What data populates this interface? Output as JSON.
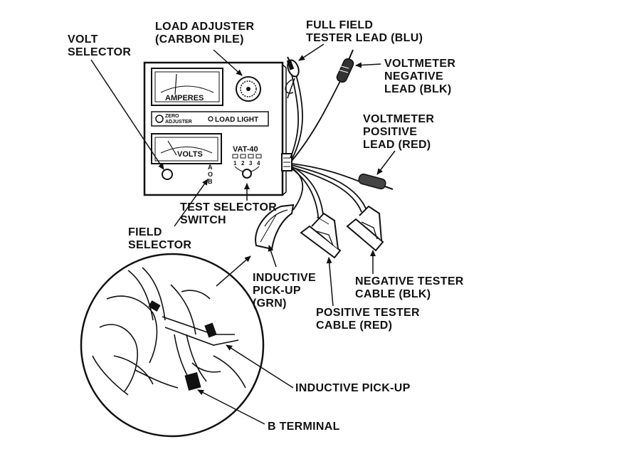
{
  "labels": {
    "volt_selector": [
      "VOLT",
      "SELECTOR"
    ],
    "load_adjuster": [
      "LOAD ADJUSTER",
      "(CARBON PILE)"
    ],
    "full_field_lead": [
      "FULL FIELD",
      "TESTER LEAD (BLU)"
    ],
    "voltmeter_negative": [
      "VOLTMETER",
      "NEGATIVE",
      "LEAD (BLK)"
    ],
    "voltmeter_positive": [
      "VOLTMETER",
      "POSITIVE",
      "LEAD (RED)"
    ],
    "test_selector": [
      "TEST SELECTOR",
      "SWITCH"
    ],
    "field_selector": [
      "FIELD",
      "SELECTOR"
    ],
    "inductive_pickup_grn": [
      "INDUCTIVE",
      "PICK-UP",
      "(GRN)"
    ],
    "negative_cable": [
      "NEGATIVE TESTER",
      "CABLE (BLK)"
    ],
    "positive_cable": [
      "POSITIVE TESTER",
      "CABLE (RED)"
    ],
    "inductive_pickup": [
      "INDUCTIVE PICK-UP"
    ],
    "b_terminal": [
      "B TERMINAL"
    ]
  },
  "panel": {
    "amperes": "AMPERES",
    "volts": "VOLTS",
    "zero_adjuster": [
      "ZERO",
      "ADJUSTER"
    ],
    "load_light": "LOAD LIGHT",
    "model": "VAT-40",
    "selector_positions": [
      "1",
      "2",
      "3",
      "4"
    ],
    "field_positions": [
      "A",
      "O",
      "B"
    ]
  }
}
